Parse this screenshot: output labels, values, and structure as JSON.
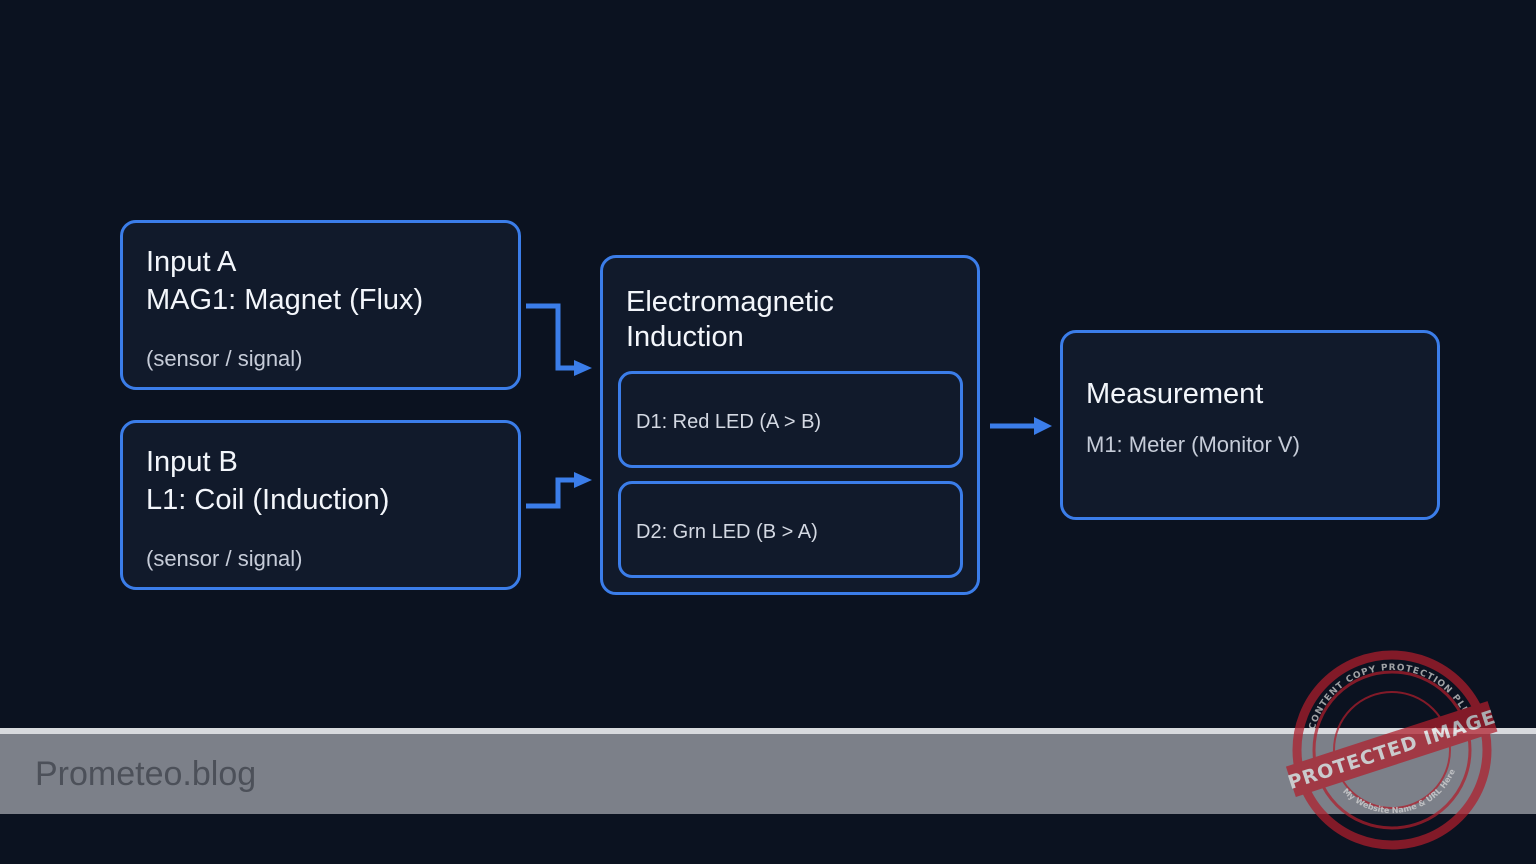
{
  "input_a": {
    "title_line1": "Input A",
    "title_line2": "MAG1: Magnet (Flux)",
    "subtitle": "(sensor / signal)"
  },
  "input_b": {
    "title_line1": "Input B",
    "title_line2": "L1: Coil (Induction)",
    "subtitle": "(sensor / signal)"
  },
  "induction": {
    "title_line1": "Electromagnetic",
    "title_line2": "Induction",
    "d1": "D1: Red LED (A > B)",
    "d2": "D2: Grn LED (B > A)"
  },
  "measurement": {
    "title": "Measurement",
    "subtitle": "M1: Meter (Monitor V)"
  },
  "footer": {
    "site": "Prometeo.blog"
  },
  "stamp": {
    "text": "PROTECTED IMAGE",
    "ring_top": "CONTENT COPY PROTECTION PLUGIN",
    "ring_bottom": "My Website Name & URL Here"
  },
  "colors": {
    "background": "#0b1220",
    "accent": "#3b7de9",
    "box_fill": "#111a2b",
    "footer": "#7c8089",
    "stamp": "#b01e2c"
  }
}
